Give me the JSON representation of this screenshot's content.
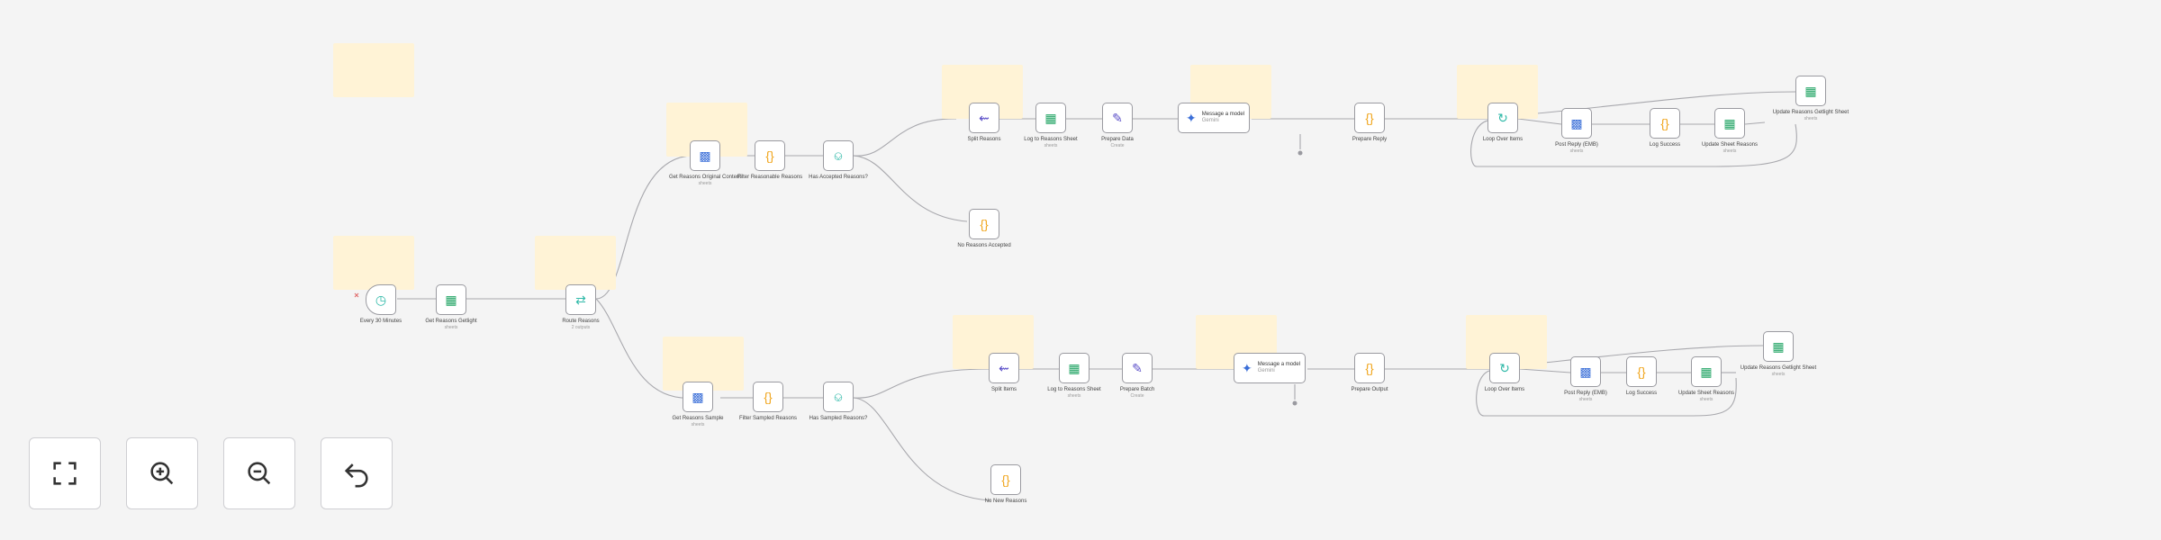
{
  "workflow": {
    "trigger_label": "Every 30 Minutes",
    "nodes": [
      {
        "id": "get_rows",
        "label": "Get Reasons Getlight",
        "sub": "sheets"
      },
      {
        "id": "route",
        "label": "Route Reasons",
        "sub": "2 outputs"
      },
      {
        "id": "top_get",
        "label": "Get Reasons Original Content",
        "sub": "sheets"
      },
      {
        "id": "top_filter",
        "label": "Filter Reasonable Reasons"
      },
      {
        "id": "top_if",
        "label": "Has Accepted Reasons?"
      },
      {
        "id": "top_empty",
        "label": "No Reasons Accepted"
      },
      {
        "id": "top_split",
        "label": "Split Reasons"
      },
      {
        "id": "top_log",
        "label": "Log to Reasons Sheet",
        "sub": "sheets"
      },
      {
        "id": "top_prepare",
        "label": "Prepare Data",
        "sub": "Create"
      },
      {
        "id": "top_message",
        "label": "Message a model",
        "sub": "Gemini"
      },
      {
        "id": "top_parse",
        "label": "Prepare Reply"
      },
      {
        "id": "top_loop",
        "label": "Loop Over Items"
      },
      {
        "id": "top_post",
        "label": "Post Reply (EMB)",
        "sub": "sheets"
      },
      {
        "id": "top_logerr",
        "label": "Log Success"
      },
      {
        "id": "top_update",
        "label": "Update Sheet Reasons",
        "sub": "sheets"
      },
      {
        "id": "top_final",
        "label": "Update Reasons Getlight Sheet",
        "sub": "sheets"
      },
      {
        "id": "bot_get",
        "label": "Get Reasons Sample",
        "sub": "sheets"
      },
      {
        "id": "bot_filter",
        "label": "Filter Sampled Reasons"
      },
      {
        "id": "bot_if",
        "label": "Has Sampled Reasons?"
      },
      {
        "id": "bot_empty",
        "label": "No New Reasons"
      },
      {
        "id": "bot_split",
        "label": "Split Items"
      },
      {
        "id": "bot_log",
        "label": "Log to Reasons Sheet",
        "sub": "sheets"
      },
      {
        "id": "bot_prepare",
        "label": "Prepare Batch",
        "sub": "Create"
      },
      {
        "id": "bot_message",
        "label": "Message a model",
        "sub": "Gemini"
      },
      {
        "id": "bot_parse",
        "label": "Prepare Output"
      },
      {
        "id": "bot_loop",
        "label": "Loop Over Items"
      },
      {
        "id": "bot_post",
        "label": "Post Reply (EMB)",
        "sub": "sheets"
      },
      {
        "id": "bot_logerr",
        "label": "Log Success"
      },
      {
        "id": "bot_update",
        "label": "Update Sheet Reasons",
        "sub": "sheets"
      },
      {
        "id": "bot_final",
        "label": "Update Reasons Getlight Sheet",
        "sub": "sheets"
      }
    ]
  },
  "controls": [
    {
      "name": "fit-view-button",
      "icon": "fullscreen-icon"
    },
    {
      "name": "zoom-in-button",
      "icon": "zoom-in-icon"
    },
    {
      "name": "zoom-out-button",
      "icon": "zoom-out-icon"
    },
    {
      "name": "reset-zoom-button",
      "icon": "undo-icon"
    }
  ],
  "colors": {
    "sheets": "#21a464",
    "ai": "#3b6fd8",
    "code": "#f0a51c",
    "switch": "#2fb9a8",
    "edit": "#5b4fc8",
    "sticky": "#fff3d6"
  }
}
